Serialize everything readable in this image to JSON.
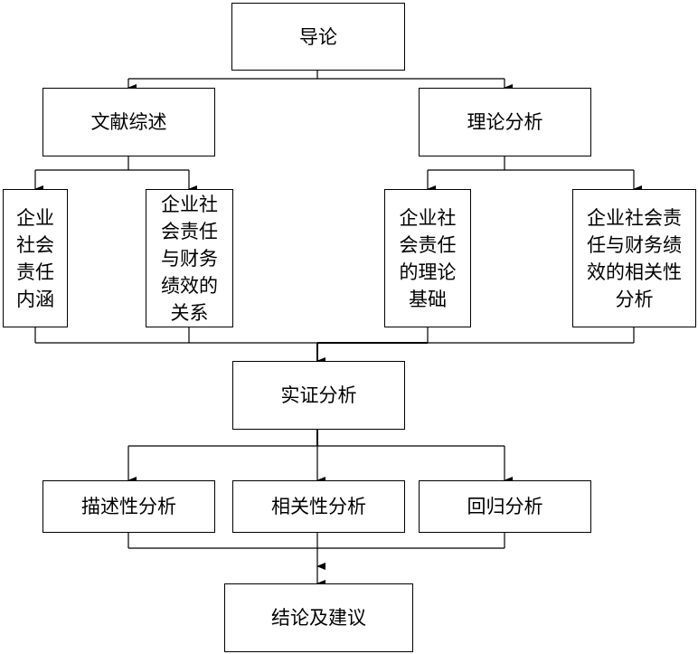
{
  "diagram": {
    "intro": "导论",
    "literature_review": "文献综述",
    "theory_analysis": "理论分析",
    "csr_connotation": "企业\n社会\n责任\n内涵",
    "csr_financial_relation": "企业社\n会责任\n与财务\n绩效的\n关系",
    "csr_theory_basis": "企业社\n会责任\n的理论\n基础",
    "csr_financial_correlation": "企业社会责\n任与财务绩\n效的相关性\n分析",
    "empirical_analysis": "实证分析",
    "descriptive_analysis": "描述性分析",
    "correlation_analysis": "相关性分析",
    "regression_analysis": "回归分析",
    "conclusion": "结论及建议"
  }
}
